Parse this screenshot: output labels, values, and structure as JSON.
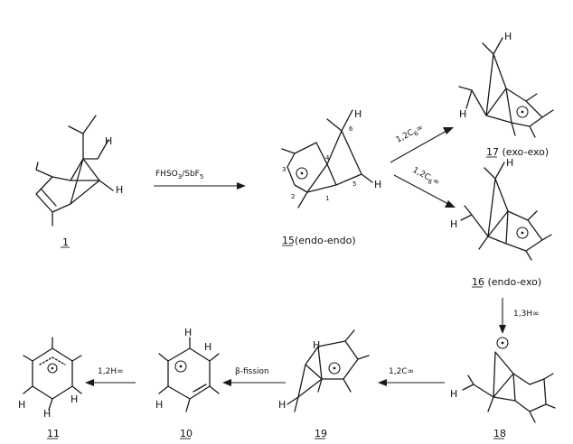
{
  "molecules": {
    "m1": {
      "label": "1",
      "h_labels": [
        "H",
        "H"
      ]
    },
    "m15": {
      "label": "15",
      "label_suffix": "(endo-endo)",
      "h_labels": [
        "H",
        "H"
      ],
      "position_numbers": [
        "6",
        "4",
        "3",
        "2",
        "1",
        "5"
      ]
    },
    "m17": {
      "label": "17",
      "label_suffix": "(exo-exo)",
      "h_labels": [
        "H",
        "H"
      ]
    },
    "m16": {
      "label": "16",
      "label_suffix": "(endo-exo)",
      "h_labels": [
        "H",
        "H"
      ]
    },
    "m18": {
      "label": "18",
      "h_labels": [
        "H"
      ]
    },
    "m19": {
      "label": "19",
      "h_labels": [
        "H",
        "H"
      ]
    },
    "m10": {
      "label": "10",
      "h_labels": [
        "H",
        "H",
        "H"
      ]
    },
    "m11": {
      "label": "11",
      "h_labels": [
        "H",
        "H",
        "H"
      ]
    }
  },
  "reactions": {
    "r1": {
      "label": "FHSO",
      "sub1": "3",
      "label_mid": "/SbF",
      "sub2": "5"
    },
    "r2": {
      "label": "1,2C",
      "sub": "6",
      "label_end": "∞"
    },
    "r3": {
      "label": "1,2C",
      "sub": "6",
      "label_end": "∞"
    },
    "r4": {
      "label": "1,3H",
      "label_end": "∞"
    },
    "r5": {
      "label": "1,2C",
      "label_end": "∞"
    },
    "r6": {
      "label": "β-fission"
    },
    "r7": {
      "label": "1,2H",
      "label_end": "∞"
    }
  }
}
